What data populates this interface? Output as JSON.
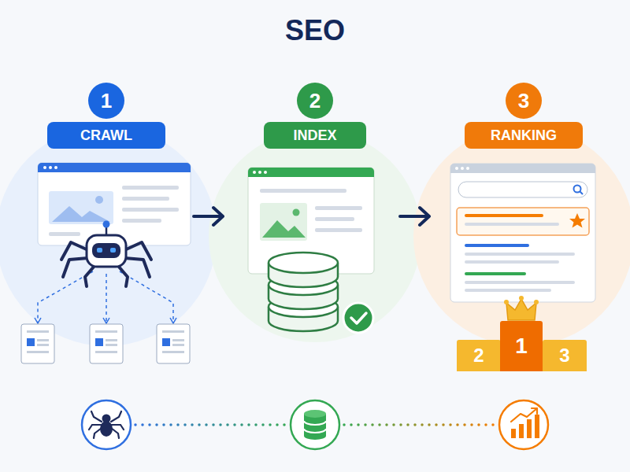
{
  "diagram": {
    "title": "SEO",
    "nodes": [
      {
        "text": [
          "1"
        ]
      },
      {
        "text": [
          "CRAWL"
        ]
      },
      {
        "text": [
          "2"
        ]
      },
      {
        "text": [
          "INDEX"
        ]
      },
      {
        "text": [
          "3"
        ]
      },
      {
        "text": [
          "RANKING"
        ]
      },
      {
        "text": [
          "2"
        ]
      },
      {
        "text": [
          "1"
        ]
      },
      {
        "text": [
          "3"
        ]
      }
    ]
  }
}
